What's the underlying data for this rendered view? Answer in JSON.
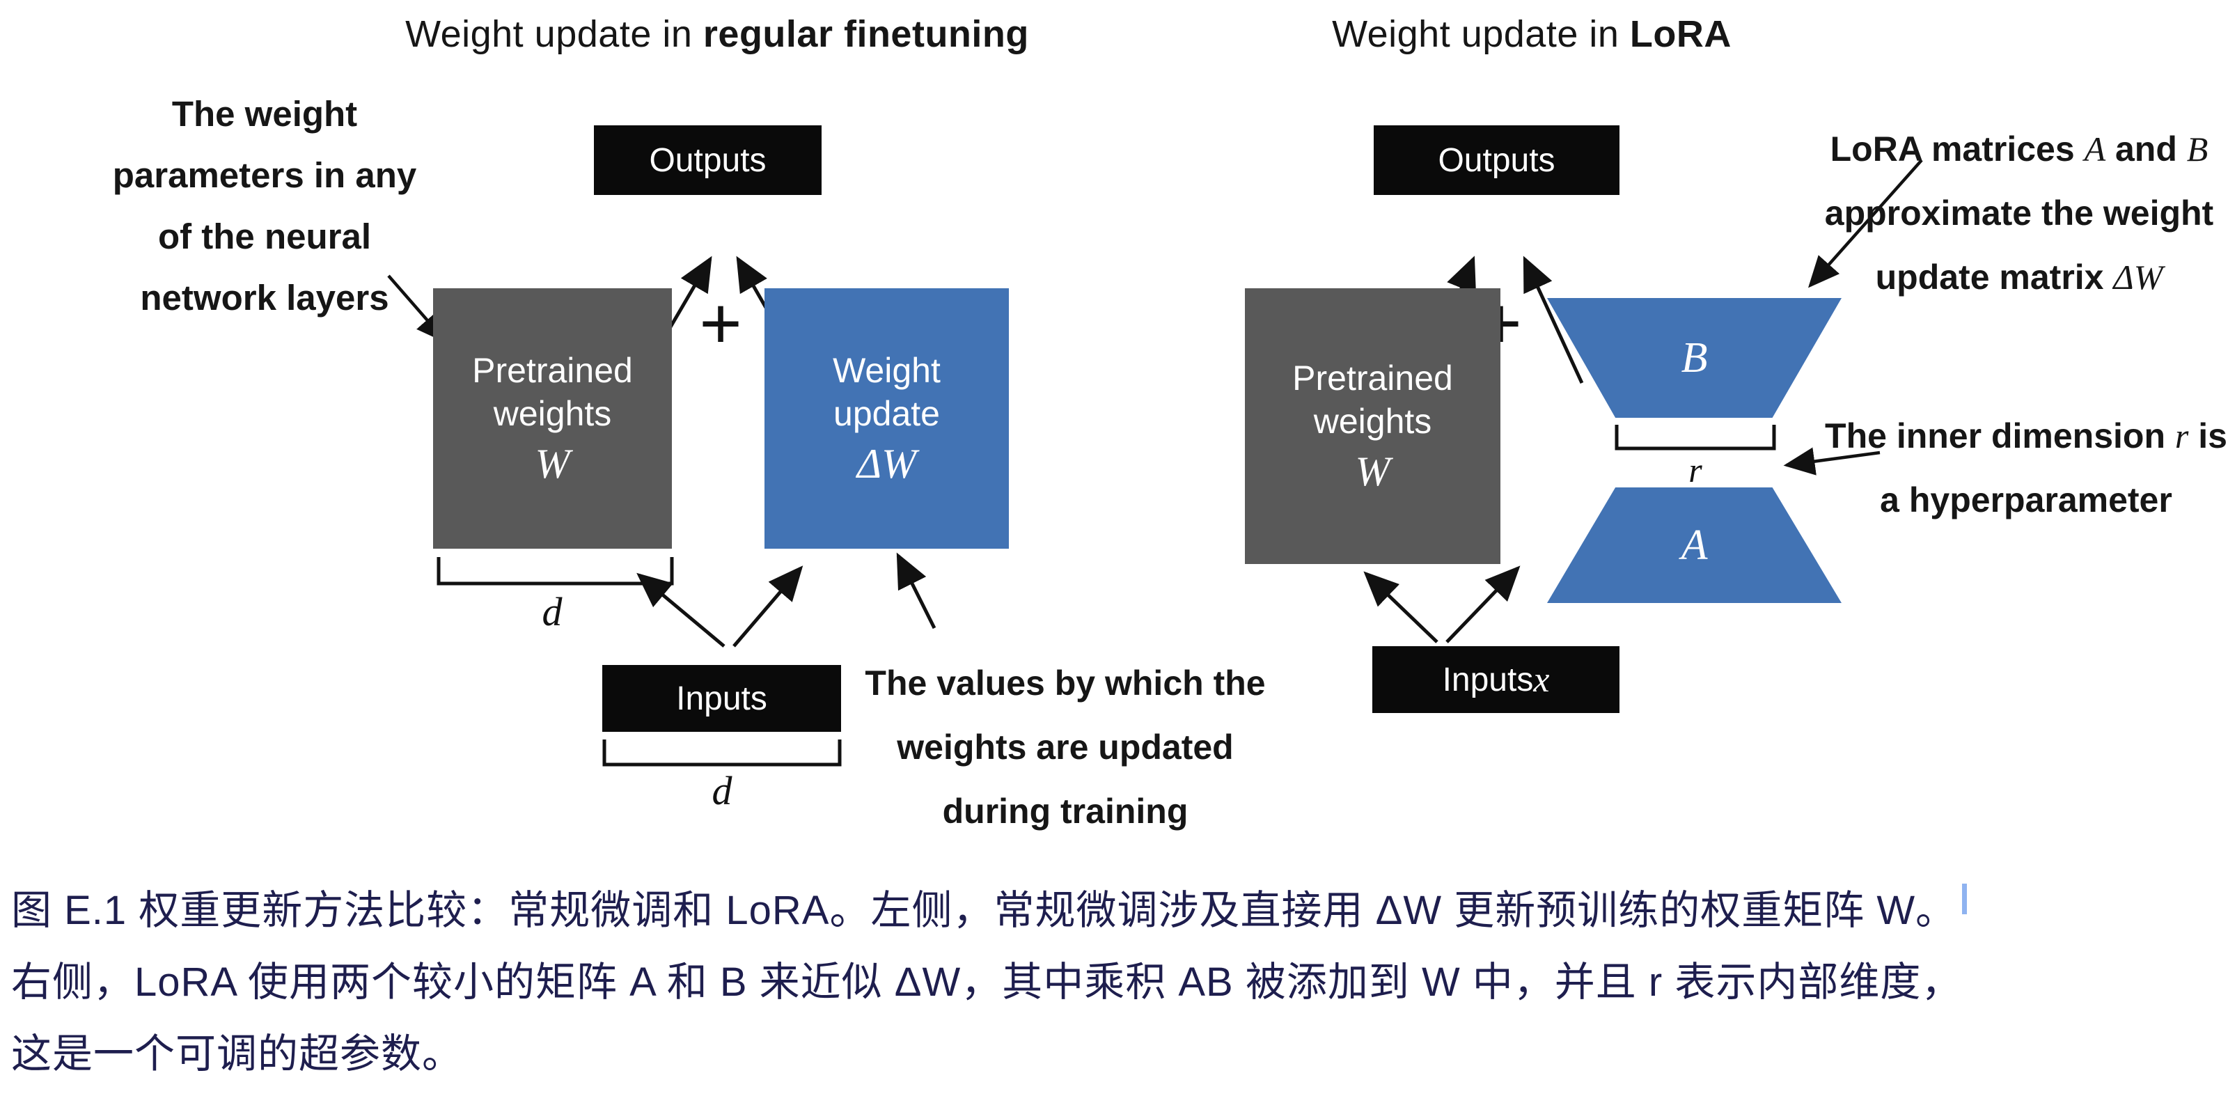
{
  "figure": {
    "left": {
      "title_prefix": "Weight update in ",
      "title_emphasis": "regular finetuning",
      "weight_params_note": {
        "line1": "The weight",
        "line2": "parameters in any",
        "line3": "of the neural",
        "line4": "network layers"
      },
      "outputs_label": "Outputs",
      "plus_sign": "+",
      "pretrained_box": {
        "line1": "Pretrained",
        "line2": "weights",
        "symbol": "W"
      },
      "weight_update_box": {
        "line1": "Weight",
        "line2": "update",
        "symbol": "ΔW"
      },
      "weights_dim_label": "d",
      "inputs_label": "Inputs",
      "inputs_dim_label": "d",
      "values_note": {
        "line1": "The values by which the",
        "line2": "weights are updated",
        "line3": "during training"
      }
    },
    "right": {
      "title_prefix": "Weight update in ",
      "title_emphasis": "LoRA",
      "outputs_label": "Outputs",
      "plus_sign": "+",
      "pretrained_box": {
        "line1": "Pretrained",
        "line2": "weights",
        "symbol": "W"
      },
      "matrix_b_label": "B",
      "matrix_a_label": "A",
      "rank_label": "r",
      "inputs_label": "Inputs ",
      "inputs_symbol": "x",
      "lora_note": {
        "line1_text": "LoRA matrices ",
        "line1_sym1": "A",
        "line1_mid": " and ",
        "line1_sym2": "B",
        "line2": "approximate the weight",
        "line3_text": "update matrix ",
        "line3_sym": "ΔW"
      },
      "rank_note": {
        "line1_text": "The inner dimension ",
        "line1_sym": "r",
        "line1_end": " is",
        "line2": "a hyperparameter"
      }
    }
  },
  "caption": {
    "line1": "图 E.1 权重更新方法比较：常规微调和 LoRA。左侧，常规微调涉及直接用 ΔW 更新预训练的权重矩阵 W。",
    "line2": "右侧，LoRA 使用两个较小的矩阵 A 和 B 来近似 ΔW，其中乘积 AB 被添加到 W 中，并且 r 表示内部维度，",
    "line3": "这是一个可调的超参数。"
  },
  "colors": {
    "accent_blue": "#4273b4",
    "box_gray": "#595959",
    "box_black": "#0a0a0a",
    "caption_navy": "#1e1e4e"
  }
}
